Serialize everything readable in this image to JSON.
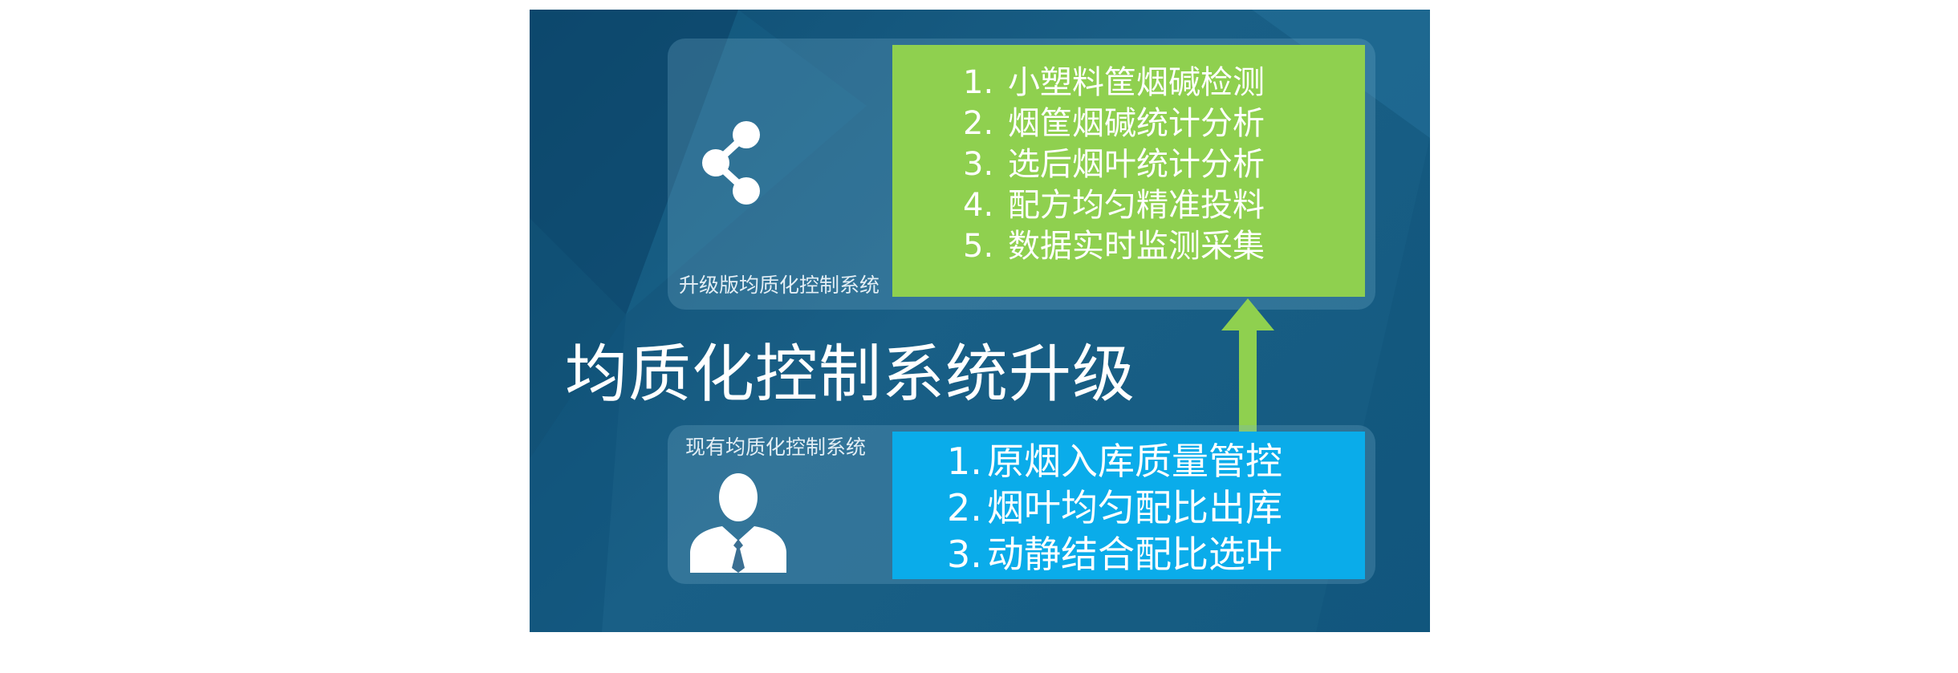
{
  "title": "均质化控制系统升级",
  "upgraded_system": {
    "caption": "升级版均质化控制系统",
    "icon": "share-icon",
    "items": [
      {
        "num": "1.",
        "text": "小塑料筐烟碱检测"
      },
      {
        "num": "2.",
        "text": "烟筐烟碱统计分析"
      },
      {
        "num": "3.",
        "text": "选后烟叶统计分析"
      },
      {
        "num": "4.",
        "text": "配方均匀精准投料"
      },
      {
        "num": "5.",
        "text": "数据实时监测采集"
      }
    ]
  },
  "existing_system": {
    "caption": "现有均质化控制系统",
    "icon": "person-icon",
    "items": [
      {
        "num": "1.",
        "text": "原烟入库质量管控"
      },
      {
        "num": "2.",
        "text": "烟叶均匀配比出库"
      },
      {
        "num": "3.",
        "text": "动静结合配比选叶"
      }
    ]
  },
  "colors": {
    "background": "#195f86",
    "green_box": "#8fd04f",
    "blue_box": "#0aacea",
    "arrow": "#8fd04f"
  }
}
